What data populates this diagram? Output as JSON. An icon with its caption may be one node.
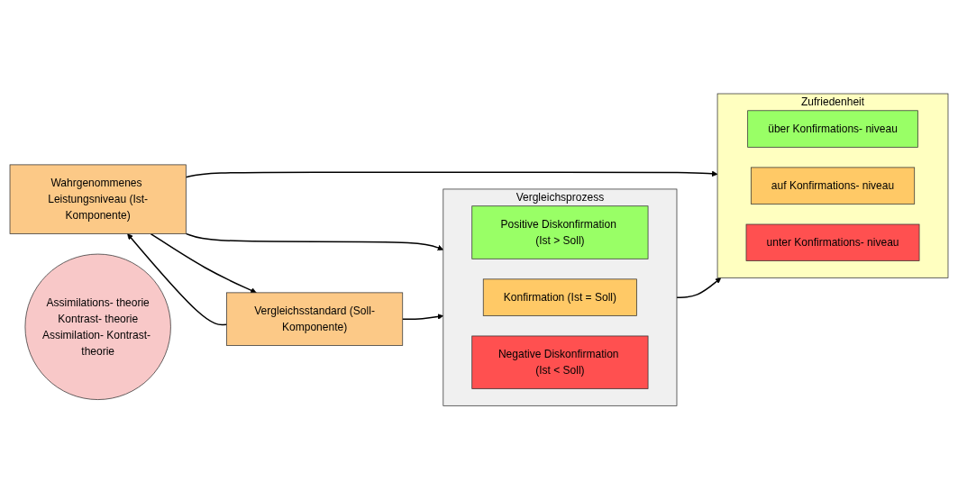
{
  "diagram": {
    "nodes": [
      {
        "text": [
          "Wahrgenommenes Leistungsniveau (Ist-Komponente)"
        ]
      },
      {
        "text": [
          "Assimilations- theorie",
          "Kontrast- theorie",
          "Assimilation- Kontrast- theorie"
        ]
      },
      {
        "text": [
          "Vergleichsstandard (Soll-Komponente)"
        ]
      },
      {
        "text": [
          "Vergleichsprozess"
        ]
      },
      {
        "text": [
          "Positive Diskonfirmation (Ist > Soll)"
        ],
        "in": 3
      },
      {
        "text": [
          "Konfirmation (Ist = Soll)"
        ],
        "in": 3
      },
      {
        "text": [
          "Negative Diskonfirmation (Ist < Soll)"
        ],
        "in": 3
      },
      {
        "text": [
          "Zufriedenheit"
        ]
      },
      {
        "text": [
          "über Konfirmations- niveau"
        ],
        "in": 7
      },
      {
        "text": [
          "auf Konfirmations- niveau"
        ],
        "in": 7
      },
      {
        "text": [
          "unter Konfirmations- niveau"
        ],
        "in": 7
      }
    ],
    "edges": [
      {
        "from": 0,
        "to": 7,
        "arrow": "to"
      },
      {
        "from": 0,
        "to": 3,
        "arrow": "to"
      },
      {
        "from": 2,
        "to": 3,
        "arrow": "to"
      },
      {
        "from": 2,
        "to": 0,
        "arrow": "to"
      },
      {
        "from": 0,
        "to": 2,
        "arrow": "to"
      },
      {
        "from": 3,
        "to": 7,
        "arrow": "to"
      }
    ]
  }
}
